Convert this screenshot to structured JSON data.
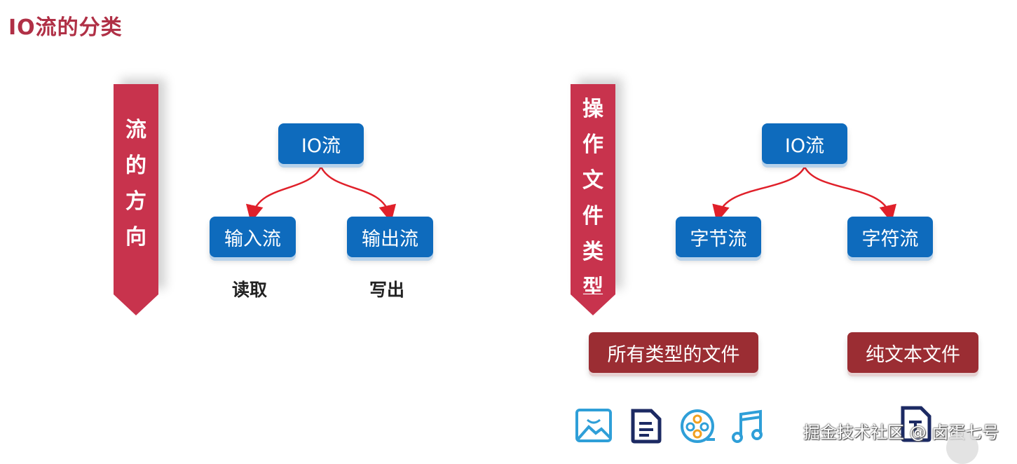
{
  "title": "IO流的分类",
  "left": {
    "ribbon": "流的方向",
    "root": "IO流",
    "children": [
      "输入流",
      "输出流"
    ],
    "notes": [
      "读取",
      "写出"
    ]
  },
  "right": {
    "ribbon": "操作文件类型",
    "root": "IO流",
    "children": [
      "字节流",
      "字符流"
    ],
    "notes": [
      "所有类型的文件",
      "纯文本文件"
    ]
  },
  "icons": [
    "image-file-icon",
    "document-file-icon",
    "video-reel-icon",
    "music-note-icon",
    "text-file-icon"
  ],
  "watermark": "掘金技术社区 @ 卤蛋七号",
  "colors": {
    "ribbon": "#c8334d",
    "node": "#0e6bbd",
    "note_box": "#9b2d33",
    "arrow": "#e0202a",
    "title": "#b03046"
  }
}
